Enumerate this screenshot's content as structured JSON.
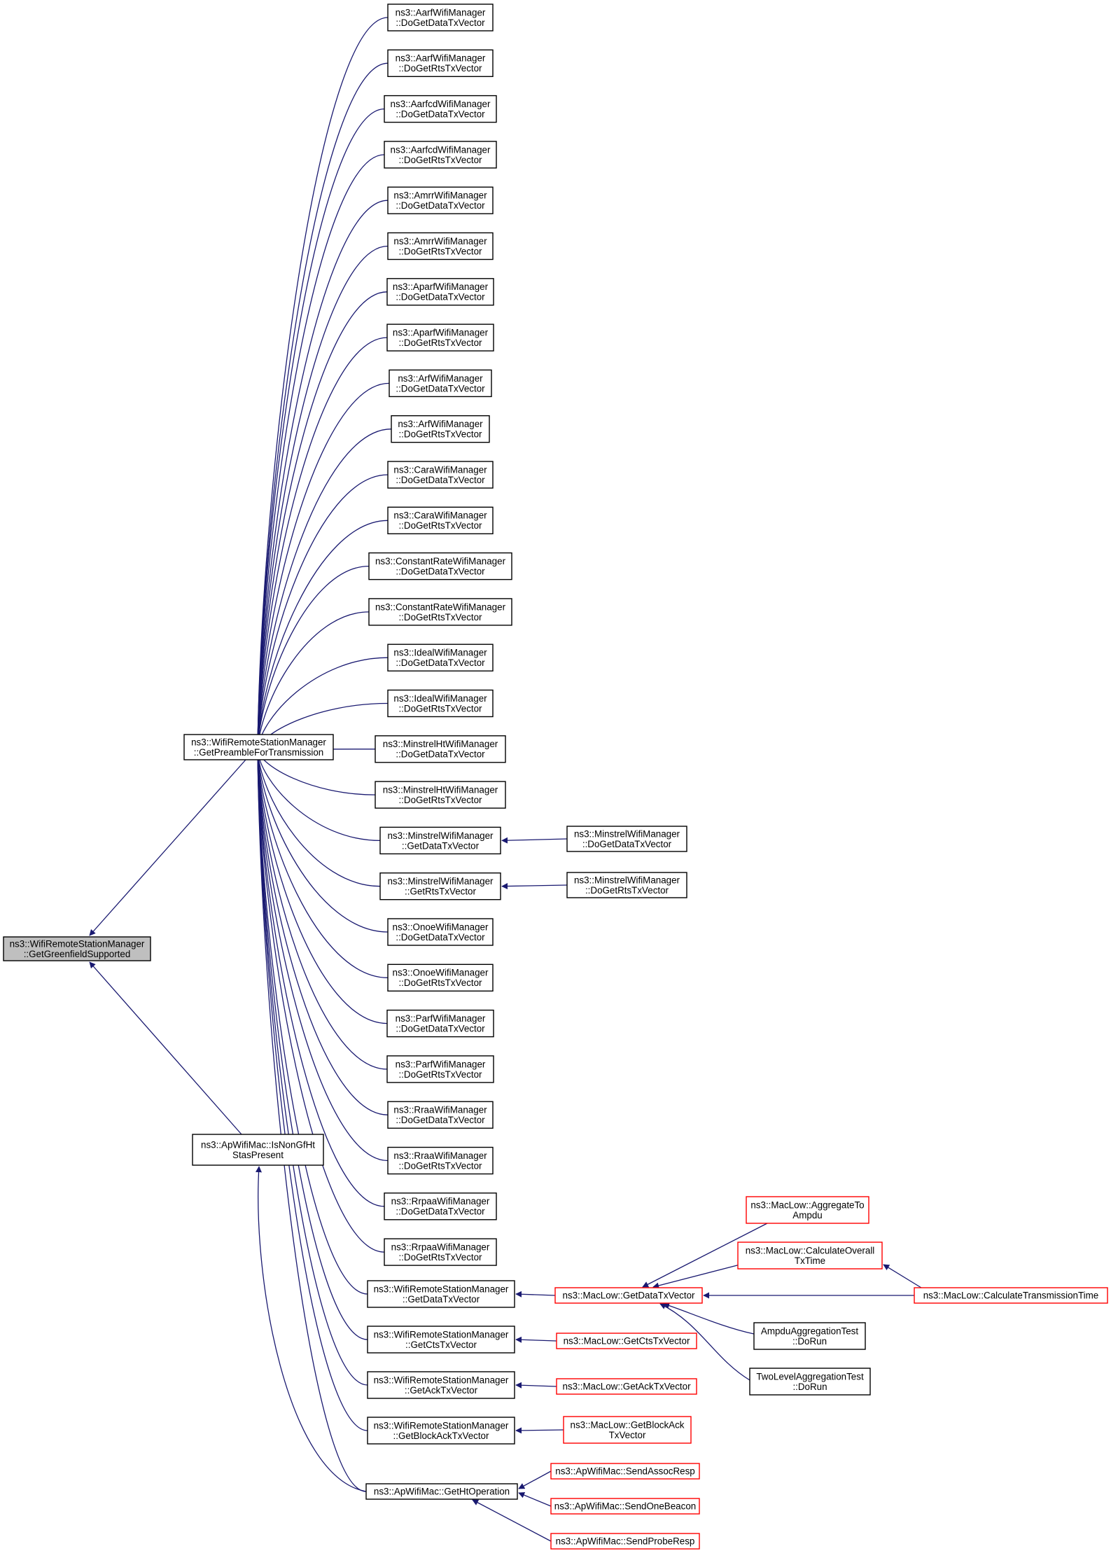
{
  "colors": {
    "edge": "#191970",
    "node_border": "#000000",
    "highlight_border": "#ff0000",
    "focus_fill": "#bfbfbf",
    "node_fill": "#ffffff"
  },
  "nodes": [
    {
      "id": "n0",
      "lines": [
        "ns3::AarfWifiManager",
        "::DoGetDataTxVector"
      ],
      "style": "normal"
    },
    {
      "id": "n1",
      "lines": [
        "ns3::AarfWifiManager",
        "::DoGetRtsTxVector"
      ],
      "style": "normal"
    },
    {
      "id": "n2",
      "lines": [
        "ns3::AarfcdWifiManager",
        "::DoGetDataTxVector"
      ],
      "style": "normal"
    },
    {
      "id": "n3",
      "lines": [
        "ns3::AarfcdWifiManager",
        "::DoGetRtsTxVector"
      ],
      "style": "normal"
    },
    {
      "id": "n4",
      "lines": [
        "ns3::AmrrWifiManager",
        "::DoGetDataTxVector"
      ],
      "style": "normal"
    },
    {
      "id": "n5",
      "lines": [
        "ns3::AmrrWifiManager",
        "::DoGetRtsTxVector"
      ],
      "style": "normal"
    },
    {
      "id": "n6",
      "lines": [
        "ns3::AparfWifiManager",
        "::DoGetDataTxVector"
      ],
      "style": "normal"
    },
    {
      "id": "n7",
      "lines": [
        "ns3::AparfWifiManager",
        "::DoGetRtsTxVector"
      ],
      "style": "normal"
    },
    {
      "id": "n8",
      "lines": [
        "ns3::ArfWifiManager",
        "::DoGetDataTxVector"
      ],
      "style": "normal"
    },
    {
      "id": "n9",
      "lines": [
        "ns3::ArfWifiManager",
        "::DoGetRtsTxVector"
      ],
      "style": "normal"
    },
    {
      "id": "n10",
      "lines": [
        "ns3::CaraWifiManager",
        "::DoGetDataTxVector"
      ],
      "style": "normal"
    },
    {
      "id": "n11",
      "lines": [
        "ns3::CaraWifiManager",
        "::DoGetRtsTxVector"
      ],
      "style": "normal"
    },
    {
      "id": "n12",
      "lines": [
        "ns3::ConstantRateWifiManager",
        "::DoGetDataTxVector"
      ],
      "style": "normal"
    },
    {
      "id": "n13",
      "lines": [
        "ns3::ConstantRateWifiManager",
        "::DoGetRtsTxVector"
      ],
      "style": "normal"
    },
    {
      "id": "n14",
      "lines": [
        "ns3::IdealWifiManager",
        "::DoGetDataTxVector"
      ],
      "style": "normal"
    },
    {
      "id": "n15",
      "lines": [
        "ns3::IdealWifiManager",
        "::DoGetRtsTxVector"
      ],
      "style": "normal"
    },
    {
      "id": "n16",
      "lines": [
        "ns3::MinstrelHtWifiManager",
        "::DoGetDataTxVector"
      ],
      "style": "normal"
    },
    {
      "id": "n17",
      "lines": [
        "ns3::MinstrelHtWifiManager",
        "::DoGetRtsTxVector"
      ],
      "style": "normal"
    },
    {
      "id": "n18",
      "lines": [
        "ns3::MinstrelWifiManager",
        "::GetDataTxVector"
      ],
      "style": "normal"
    },
    {
      "id": "n19",
      "lines": [
        "ns3::MinstrelWifiManager",
        "::GetRtsTxVector"
      ],
      "style": "normal"
    },
    {
      "id": "n20",
      "lines": [
        "ns3::OnoeWifiManager",
        "::DoGetDataTxVector"
      ],
      "style": "normal"
    },
    {
      "id": "n21",
      "lines": [
        "ns3::OnoeWifiManager",
        "::DoGetRtsTxVector"
      ],
      "style": "normal"
    },
    {
      "id": "n22",
      "lines": [
        "ns3::ParfWifiManager",
        "::DoGetDataTxVector"
      ],
      "style": "normal"
    },
    {
      "id": "n23",
      "lines": [
        "ns3::ParfWifiManager",
        "::DoGetRtsTxVector"
      ],
      "style": "normal"
    },
    {
      "id": "n24",
      "lines": [
        "ns3::RraaWifiManager",
        "::DoGetDataTxVector"
      ],
      "style": "normal"
    },
    {
      "id": "n25",
      "lines": [
        "ns3::RraaWifiManager",
        "::DoGetRtsTxVector"
      ],
      "style": "normal"
    },
    {
      "id": "n26",
      "lines": [
        "ns3::RrpaaWifiManager",
        "::DoGetDataTxVector"
      ],
      "style": "normal"
    },
    {
      "id": "n27",
      "lines": [
        "ns3::RrpaaWifiManager",
        "::DoGetRtsTxVector"
      ],
      "style": "normal"
    },
    {
      "id": "n28",
      "lines": [
        "ns3::WifiRemoteStationManager",
        "::GetDataTxVector"
      ],
      "style": "normal"
    },
    {
      "id": "n29",
      "lines": [
        "ns3::WifiRemoteStationManager",
        "::GetCtsTxVector"
      ],
      "style": "normal"
    },
    {
      "id": "n30",
      "lines": [
        "ns3::WifiRemoteStationManager",
        "::GetAckTxVector"
      ],
      "style": "normal"
    },
    {
      "id": "n31",
      "lines": [
        "ns3::WifiRemoteStationManager",
        "::GetBlockAckTxVector"
      ],
      "style": "normal"
    },
    {
      "id": "n32",
      "lines": [
        "ns3::ApWifiMac::GetHtOperation"
      ],
      "style": "normal"
    },
    {
      "id": "focus",
      "lines": [
        "ns3::WifiRemoteStationManager",
        "::GetGreenfieldSupported"
      ],
      "style": "focus"
    },
    {
      "id": "preamble",
      "lines": [
        "ns3::WifiRemoteStationManager",
        "::GetPreambleForTransmission"
      ],
      "style": "normal"
    },
    {
      "id": "nongf",
      "lines": [
        "ns3::ApWifiMac::IsNonGfHt",
        "StasPresent"
      ],
      "style": "normal"
    },
    {
      "id": "m18",
      "lines": [
        "ns3::MinstrelWifiManager",
        "::DoGetDataTxVector"
      ],
      "style": "normal"
    },
    {
      "id": "m19",
      "lines": [
        "ns3::MinstrelWifiManager",
        "::DoGetRtsTxVector"
      ],
      "style": "normal"
    },
    {
      "id": "macdata",
      "lines": [
        "ns3::MacLow::GetDataTxVector"
      ],
      "style": "highlight"
    },
    {
      "id": "maccts",
      "lines": [
        "ns3::MacLow::GetCtsTxVector"
      ],
      "style": "highlight"
    },
    {
      "id": "macack",
      "lines": [
        "ns3::MacLow::GetAckTxVector"
      ],
      "style": "highlight"
    },
    {
      "id": "macblock",
      "lines": [
        "ns3::MacLow::GetBlockAck",
        "TxVector"
      ],
      "style": "highlight"
    },
    {
      "id": "assoc",
      "lines": [
        "ns3::ApWifiMac::SendAssocResp"
      ],
      "style": "highlight"
    },
    {
      "id": "beacon",
      "lines": [
        "ns3::ApWifiMac::SendOneBeacon"
      ],
      "style": "highlight"
    },
    {
      "id": "probe",
      "lines": [
        "ns3::ApWifiMac::SendProbeResp"
      ],
      "style": "highlight"
    },
    {
      "id": "aggr",
      "lines": [
        "ns3::MacLow::AggregateTo",
        "Ampdu"
      ],
      "style": "highlight"
    },
    {
      "id": "calcov",
      "lines": [
        "ns3::MacLow::CalculateOverall",
        "TxTime"
      ],
      "style": "highlight"
    },
    {
      "id": "calctx",
      "lines": [
        "ns3::MacLow::CalculateTransmissionTime"
      ],
      "style": "highlight"
    },
    {
      "id": "ampdutest",
      "lines": [
        "AmpduAggregationTest",
        "::DoRun"
      ],
      "style": "normal"
    },
    {
      "id": "twolevel",
      "lines": [
        "TwoLevelAggregationTest",
        "::DoRun"
      ],
      "style": "normal"
    }
  ],
  "edges": [
    {
      "from": "n0",
      "to": "preamble"
    },
    {
      "from": "n1",
      "to": "preamble"
    },
    {
      "from": "n2",
      "to": "preamble"
    },
    {
      "from": "n3",
      "to": "preamble"
    },
    {
      "from": "n4",
      "to": "preamble"
    },
    {
      "from": "n5",
      "to": "preamble"
    },
    {
      "from": "n6",
      "to": "preamble"
    },
    {
      "from": "n7",
      "to": "preamble"
    },
    {
      "from": "n8",
      "to": "preamble"
    },
    {
      "from": "n9",
      "to": "preamble"
    },
    {
      "from": "n10",
      "to": "preamble"
    },
    {
      "from": "n11",
      "to": "preamble"
    },
    {
      "from": "n12",
      "to": "preamble"
    },
    {
      "from": "n13",
      "to": "preamble"
    },
    {
      "from": "n14",
      "to": "preamble"
    },
    {
      "from": "n15",
      "to": "preamble"
    },
    {
      "from": "n16",
      "to": "preamble"
    },
    {
      "from": "n17",
      "to": "preamble"
    },
    {
      "from": "n18",
      "to": "preamble"
    },
    {
      "from": "n19",
      "to": "preamble"
    },
    {
      "from": "n20",
      "to": "preamble"
    },
    {
      "from": "n21",
      "to": "preamble"
    },
    {
      "from": "n22",
      "to": "preamble"
    },
    {
      "from": "n23",
      "to": "preamble"
    },
    {
      "from": "n24",
      "to": "preamble"
    },
    {
      "from": "n25",
      "to": "preamble"
    },
    {
      "from": "n26",
      "to": "preamble"
    },
    {
      "from": "n27",
      "to": "preamble"
    },
    {
      "from": "n28",
      "to": "preamble"
    },
    {
      "from": "n29",
      "to": "preamble"
    },
    {
      "from": "n30",
      "to": "preamble"
    },
    {
      "from": "n31",
      "to": "preamble"
    },
    {
      "from": "n32",
      "to": "preamble"
    },
    {
      "from": "preamble",
      "to": "focus"
    },
    {
      "from": "nongf",
      "to": "focus"
    },
    {
      "from": "n32",
      "to": "nongf"
    },
    {
      "from": "m18",
      "to": "n18"
    },
    {
      "from": "m19",
      "to": "n19"
    },
    {
      "from": "macdata",
      "to": "n28"
    },
    {
      "from": "maccts",
      "to": "n29"
    },
    {
      "from": "macack",
      "to": "n30"
    },
    {
      "from": "macblock",
      "to": "n31"
    },
    {
      "from": "assoc",
      "to": "n32"
    },
    {
      "from": "beacon",
      "to": "n32"
    },
    {
      "from": "probe",
      "to": "n32"
    },
    {
      "from": "aggr",
      "to": "macdata"
    },
    {
      "from": "calcov",
      "to": "macdata"
    },
    {
      "from": "calctx",
      "to": "macdata"
    },
    {
      "from": "ampdutest",
      "to": "macdata"
    },
    {
      "from": "twolevel",
      "to": "macdata"
    },
    {
      "from": "calctx",
      "to": "calcov"
    }
  ]
}
